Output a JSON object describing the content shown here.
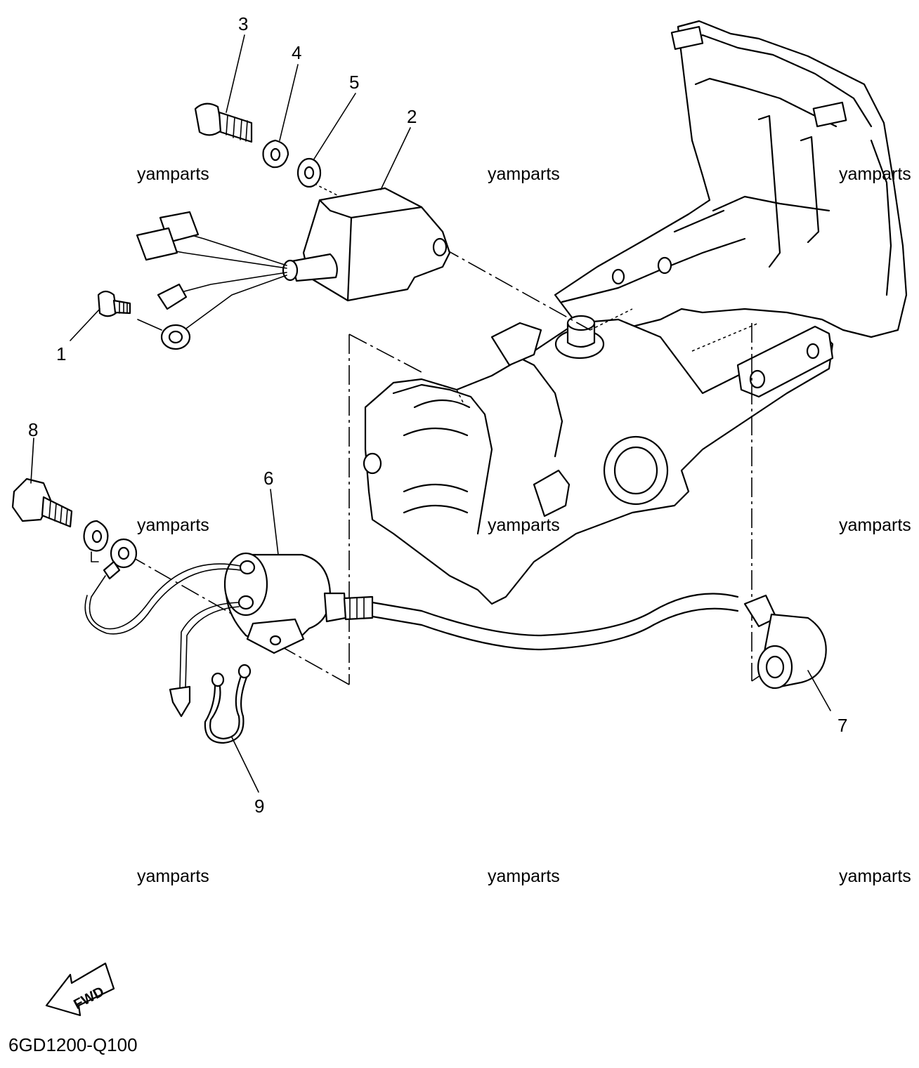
{
  "callouts": {
    "p1": "1",
    "p2": "2",
    "p3": "3",
    "p4": "4",
    "p5": "5",
    "p6": "6",
    "p7": "7",
    "p8": "8",
    "p9": "9"
  },
  "watermarks": [
    "yamparts",
    "yamparts",
    "yamparts",
    "yamparts",
    "yamparts",
    "yamparts",
    "yamparts",
    "yamparts",
    "yamparts"
  ],
  "fwd_label": "FWD",
  "diagram_code": "6GD1200-Q100",
  "colors": {
    "line": "#000000",
    "background": "#ffffff"
  }
}
